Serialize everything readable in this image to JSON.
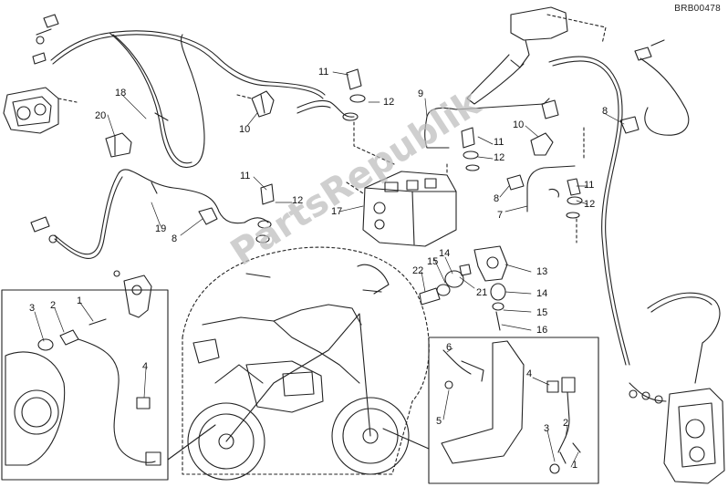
{
  "doc_code": "BRB00478",
  "watermark": "PartsRepublik",
  "labels": [
    {
      "id": "l-11a",
      "text": "11"
    },
    {
      "id": "l-12a",
      "text": "12"
    },
    {
      "id": "l-18",
      "text": "18"
    },
    {
      "id": "l-20",
      "text": "20"
    },
    {
      "id": "l-10a",
      "text": "10"
    },
    {
      "id": "l-9",
      "text": "9"
    },
    {
      "id": "l-11b",
      "text": "11"
    },
    {
      "id": "l-12b",
      "text": "12"
    },
    {
      "id": "l-10b",
      "text": "10"
    },
    {
      "id": "l-8a",
      "text": "8"
    },
    {
      "id": "l-11c",
      "text": "11"
    },
    {
      "id": "l-12c",
      "text": "12"
    },
    {
      "id": "l-17",
      "text": "17"
    },
    {
      "id": "l-19",
      "text": "19"
    },
    {
      "id": "l-8b",
      "text": "8"
    },
    {
      "id": "l-8c",
      "text": "8"
    },
    {
      "id": "l-7",
      "text": "7"
    },
    {
      "id": "l-11d",
      "text": "11"
    },
    {
      "id": "l-12d",
      "text": "12"
    },
    {
      "id": "l-14a",
      "text": "14"
    },
    {
      "id": "l-15a",
      "text": "15"
    },
    {
      "id": "l-22",
      "text": "22"
    },
    {
      "id": "l-21",
      "text": "21"
    },
    {
      "id": "l-13",
      "text": "13"
    },
    {
      "id": "l-14b",
      "text": "14"
    },
    {
      "id": "l-15b",
      "text": "15"
    },
    {
      "id": "l-16",
      "text": "16"
    },
    {
      "id": "l-3a",
      "text": "3"
    },
    {
      "id": "l-2a",
      "text": "2"
    },
    {
      "id": "l-1a",
      "text": "1"
    },
    {
      "id": "l-4a",
      "text": "4"
    },
    {
      "id": "l-6",
      "text": "6"
    },
    {
      "id": "l-4b",
      "text": "4"
    },
    {
      "id": "l-5",
      "text": "5"
    },
    {
      "id": "l-3b",
      "text": "3"
    },
    {
      "id": "l-2b",
      "text": "2"
    },
    {
      "id": "l-1b",
      "text": "1"
    }
  ]
}
